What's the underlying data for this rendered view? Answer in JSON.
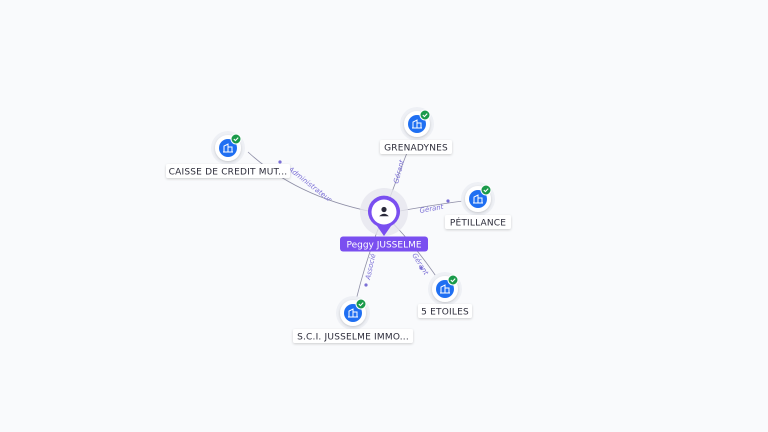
{
  "center": {
    "name": "Peggy JUSSELME",
    "icon": "person-icon",
    "color": "#7a4ff0"
  },
  "companies": [
    {
      "id": "caisse",
      "name": "CAISSE DE CREDIT MUT...",
      "verified": true,
      "relation": "Administrateur",
      "icon": "building-icon"
    },
    {
      "id": "grenadynes",
      "name": "GRENADYNES",
      "verified": true,
      "relation": "Gérant",
      "icon": "building-icon"
    },
    {
      "id": "petillance",
      "name": "PÉTILLANCE",
      "verified": true,
      "relation": "Gérant",
      "icon": "building-icon"
    },
    {
      "id": "etoiles",
      "name": "5 ETOILES",
      "verified": true,
      "relation": "Gérant",
      "icon": "building-icon"
    },
    {
      "id": "sci",
      "name": "S.C.I. JUSSELME IMMO...",
      "verified": true,
      "relation": "Associé",
      "icon": "building-icon"
    }
  ],
  "colors": {
    "company_icon": "#1f6ff2",
    "verified_badge": "#1a9a4a",
    "edge": "#8e8ea6",
    "edge_label": "#7b6fd6"
  }
}
